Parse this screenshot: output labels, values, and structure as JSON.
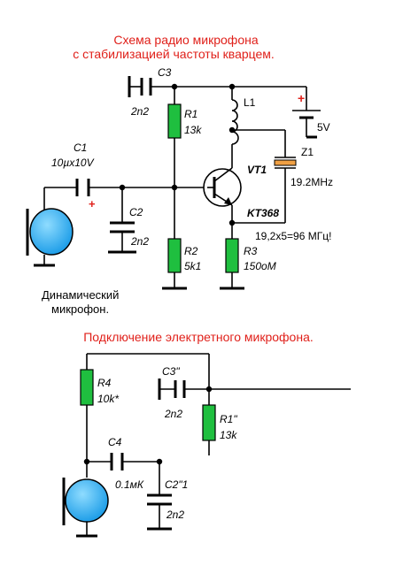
{
  "title": {
    "line1": "Схема радио микрофона",
    "line2": "с стабилизацией частоты кварцем."
  },
  "subtitle": "Подключение электретного микрофона.",
  "mic_caption": {
    "line1": "Динамический",
    "line2": "микрофон."
  },
  "components": {
    "c1": {
      "name": "C1",
      "value": "10µx10V"
    },
    "c2": {
      "name": "C2",
      "value": "2n2"
    },
    "c3": {
      "name": "C3",
      "value": "2n2"
    },
    "r1": {
      "name": "R1",
      "value": "13k"
    },
    "r2": {
      "name": "R2",
      "value": "5k1"
    },
    "r3": {
      "name": "R3",
      "value": "150oM"
    },
    "l1": {
      "name": "L1"
    },
    "vt1": {
      "name": "VT1",
      "type": "KT368"
    },
    "z1": {
      "name": "Z1",
      "value": "19.2MHz"
    },
    "battery": {
      "value": "5V"
    },
    "freq_note": "19,2x5=96 МГц!",
    "r4": {
      "name": "R4",
      "value": "10k*"
    },
    "c4": {
      "name": "C4",
      "value": "0.1мК"
    },
    "c2b": {
      "name": "C2\"1",
      "value": "2n2"
    },
    "c3b": {
      "name": "C3\"",
      "value": "2n2"
    },
    "r1b": {
      "name": "R1\"",
      "value": "13k"
    }
  },
  "colors": {
    "title": "#e0201a",
    "resistor": "#1fbf3f",
    "microphone": "#28aaee",
    "crystal": "#f0a044"
  }
}
